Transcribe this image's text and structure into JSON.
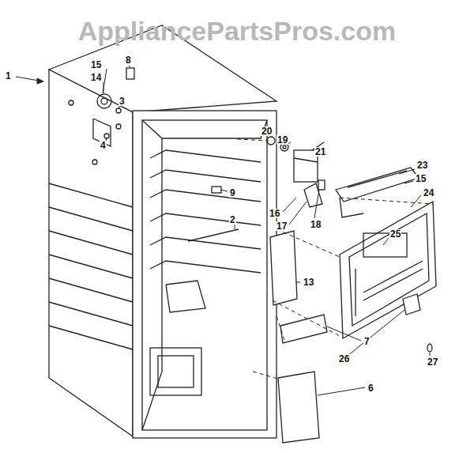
{
  "diagram": {
    "labels": [
      "AppliancePartsPros.com",
      "1",
      "15",
      "14",
      "8",
      "3",
      "4",
      "9",
      "2",
      "20",
      "19",
      "21",
      "16",
      "17",
      "18",
      "23",
      "15",
      "24",
      "25",
      "13",
      "7",
      "6",
      "26",
      "27"
    ]
  }
}
